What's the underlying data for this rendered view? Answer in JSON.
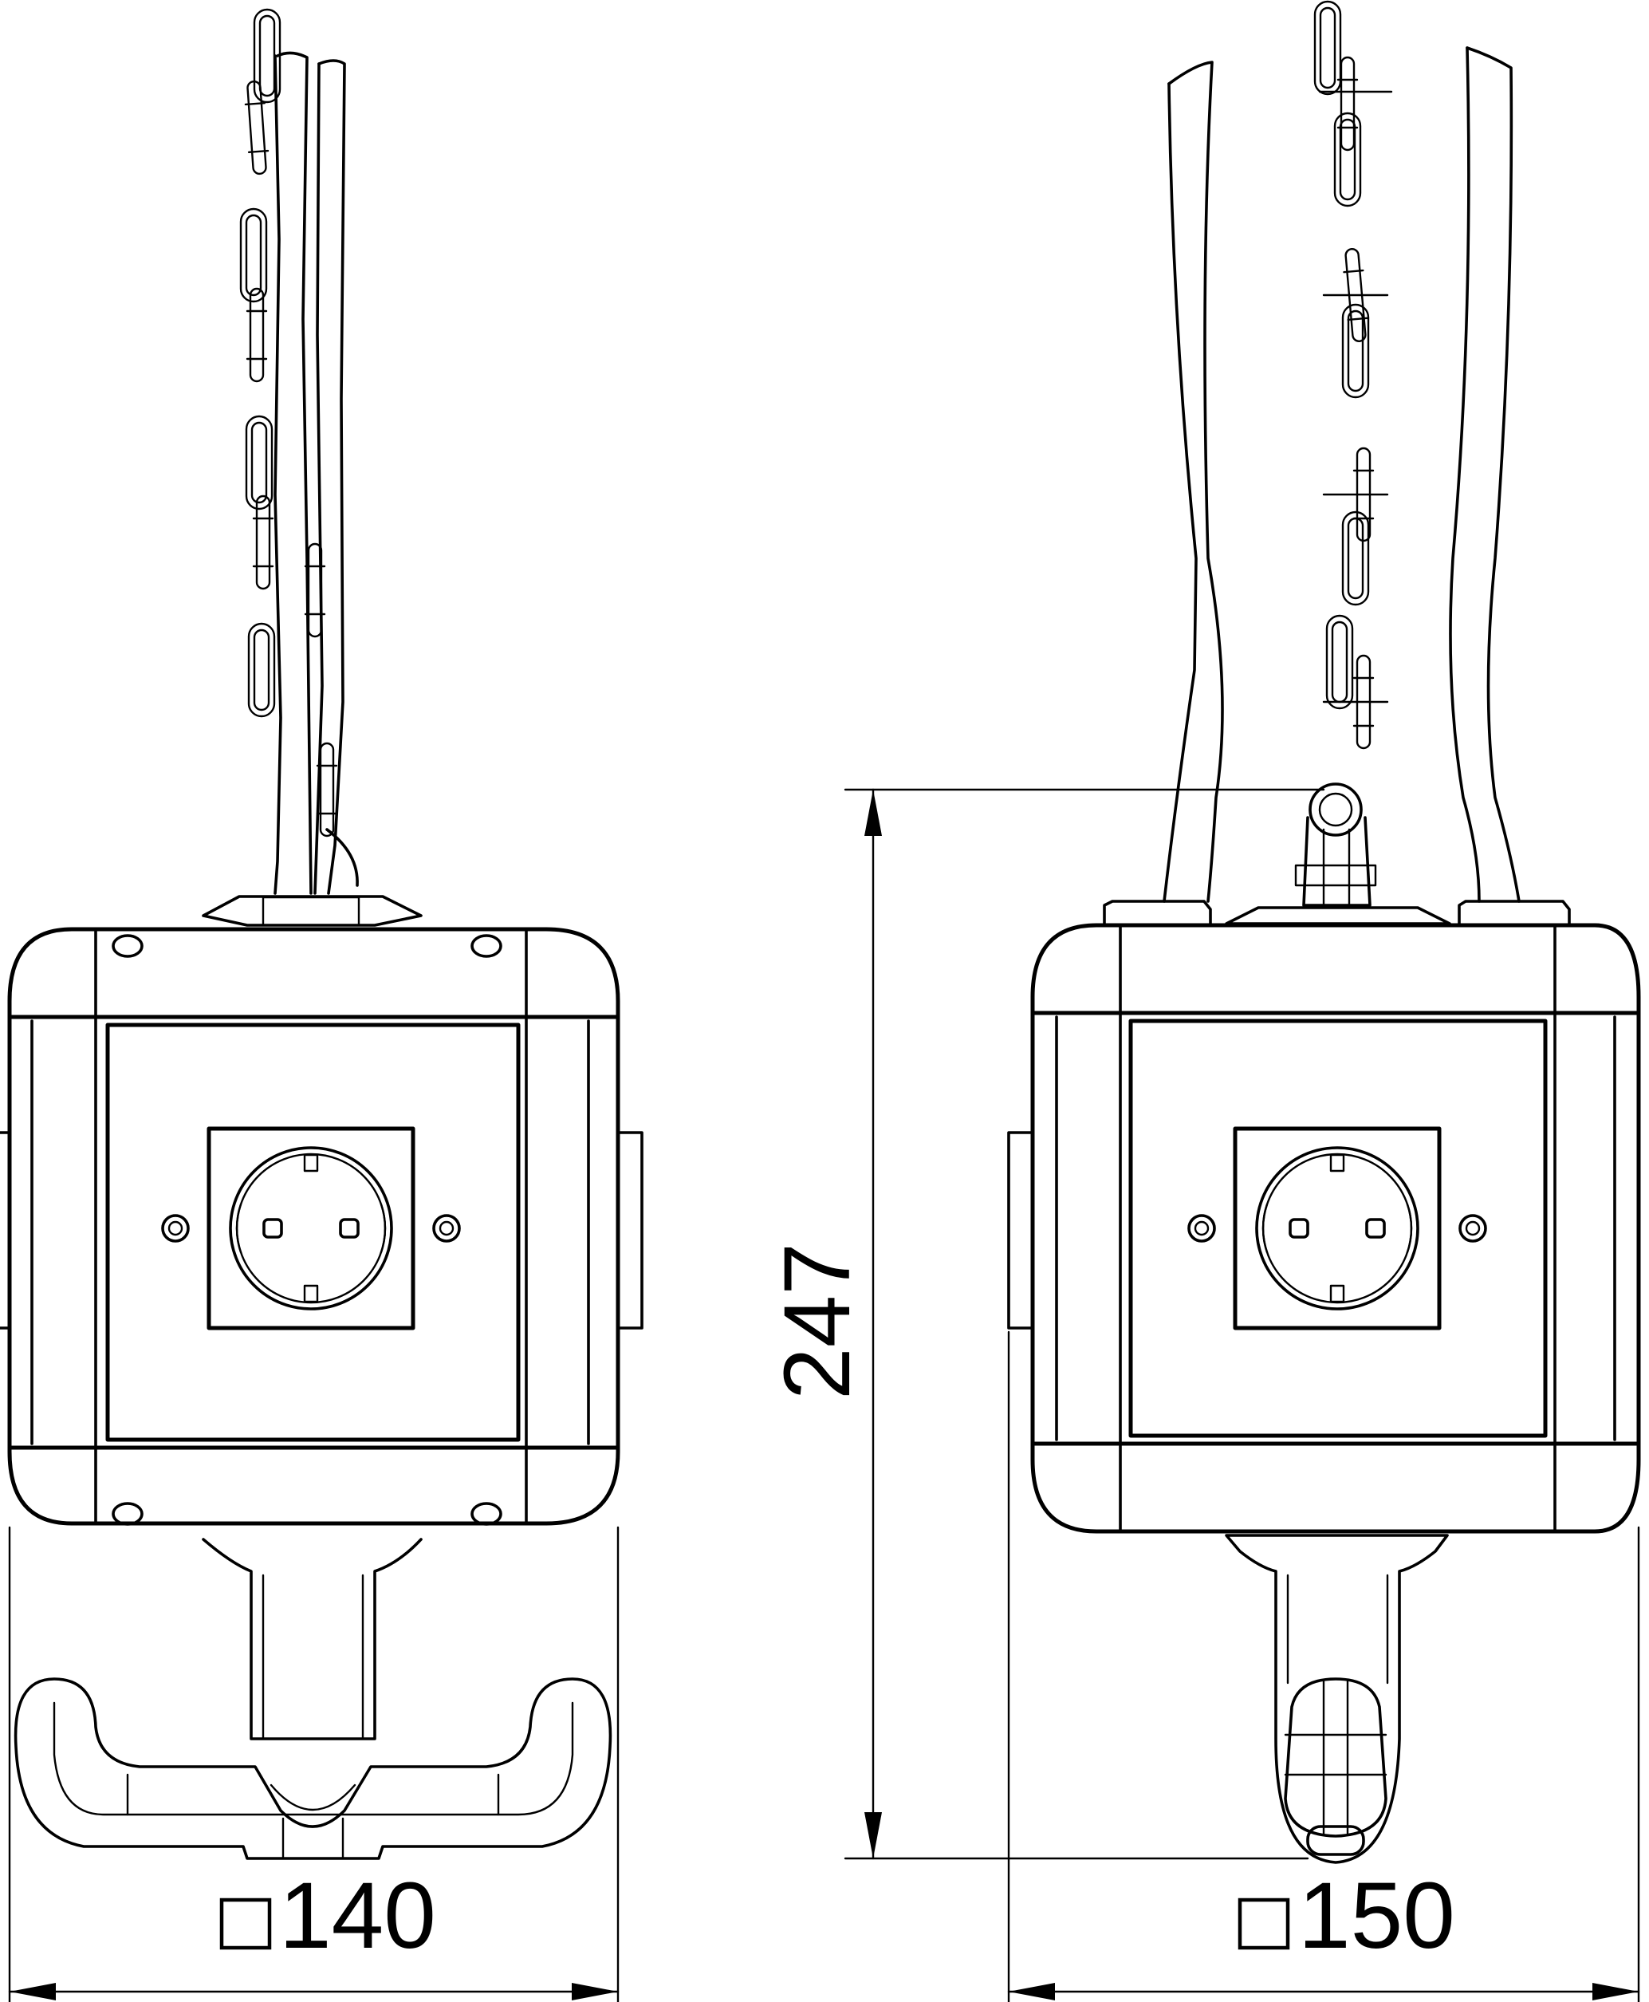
{
  "dimensions": {
    "height": "247",
    "left_width": "140",
    "right_width": "150",
    "square_symbol": "□"
  },
  "views": [
    "front-view-hook",
    "side-view-hook"
  ]
}
